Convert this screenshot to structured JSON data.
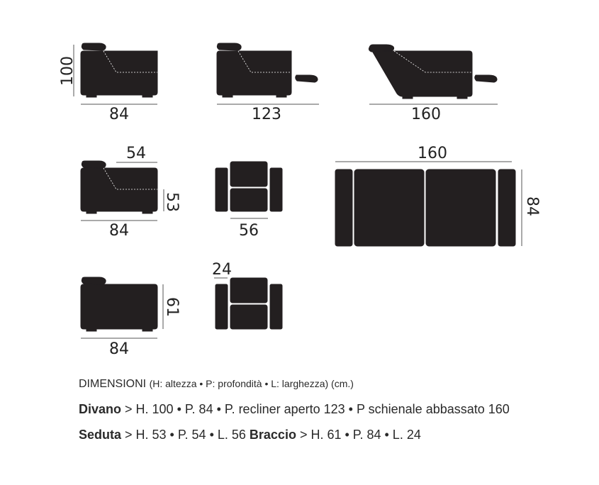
{
  "dimensions": {
    "sofa_height": "100",
    "sofa_depth": "84",
    "recliner_open": "123",
    "backrest_lowered": "160",
    "seat_depth": "54",
    "seat_height": "53",
    "seat_side_depth": "84",
    "seat_width": "56",
    "top_width": "160",
    "top_depth": "84",
    "arm_height": "61",
    "arm_depth": "84",
    "arm_width": "24"
  },
  "legend": {
    "title": "DIMENSIONI",
    "subtitle": "(H: altezza • P: profondità • L: larghezza) (cm.)",
    "divano_label": "Divano",
    "divano_text": " > H. 100 • P. 84 • P. recliner aperto 123 • P schienale abbassato 160",
    "seduta_label": "Seduta",
    "seduta_text": " > H. 53 • P. 54 • L. 56 ",
    "braccio_label": "Braccio",
    "braccio_text": " > H. 61 • P. 84 • L. 24"
  },
  "colors": {
    "upholstery": "#231f20",
    "text": "#2a2a2a"
  }
}
